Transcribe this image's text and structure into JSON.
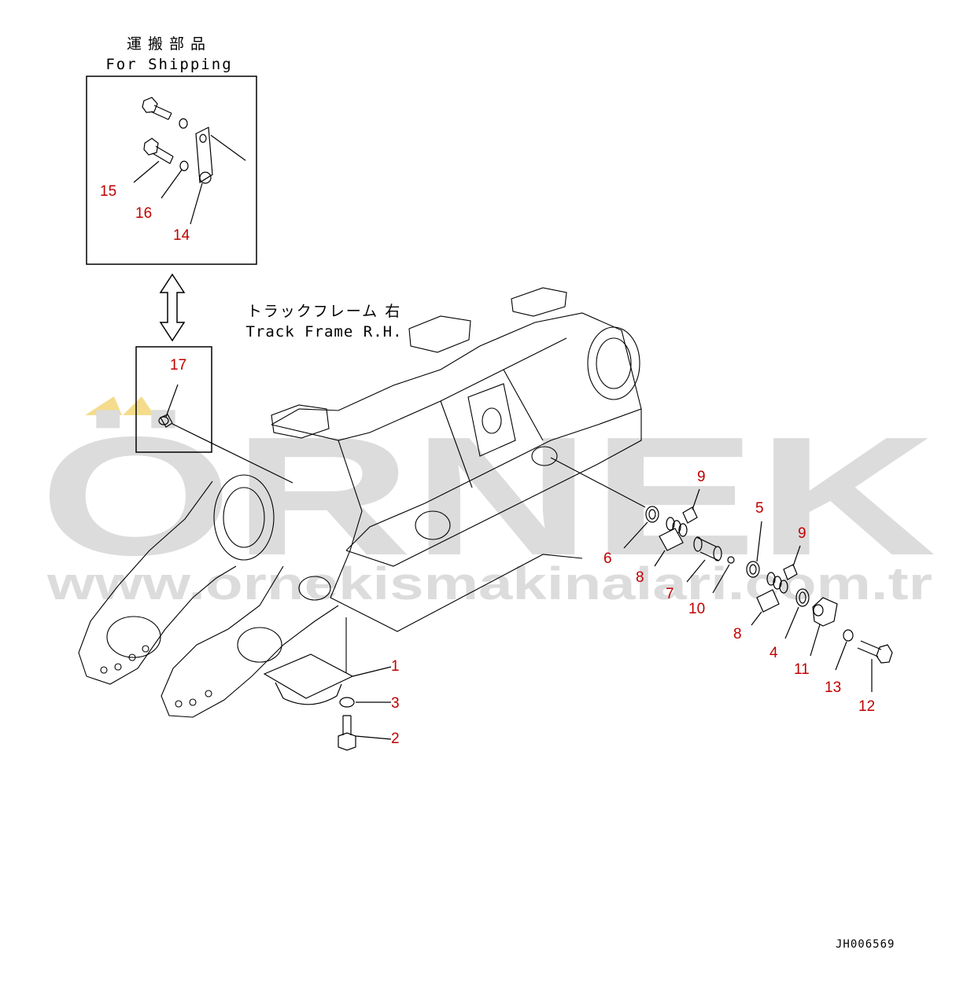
{
  "shipping": {
    "title_jp": "運搬部品",
    "title_en": "For Shipping"
  },
  "frame": {
    "title_jp": "トラックフレーム 右",
    "title_en": "Track Frame R.H."
  },
  "watermark": {
    "brand": "ÖRNEK",
    "url": "www.ornekismakinalari.com.tr"
  },
  "drawing_code": "JH006569",
  "callouts": [
    "1",
    "2",
    "3",
    "4",
    "5",
    "6",
    "7",
    "8",
    "8",
    "9",
    "9",
    "10",
    "11",
    "12",
    "13",
    "14",
    "15",
    "16",
    "17"
  ],
  "colors": {
    "callout": "#c00000",
    "line": "#000000",
    "watermark": "#dcdcdc",
    "watermark_accent": "#f5dc8c"
  }
}
